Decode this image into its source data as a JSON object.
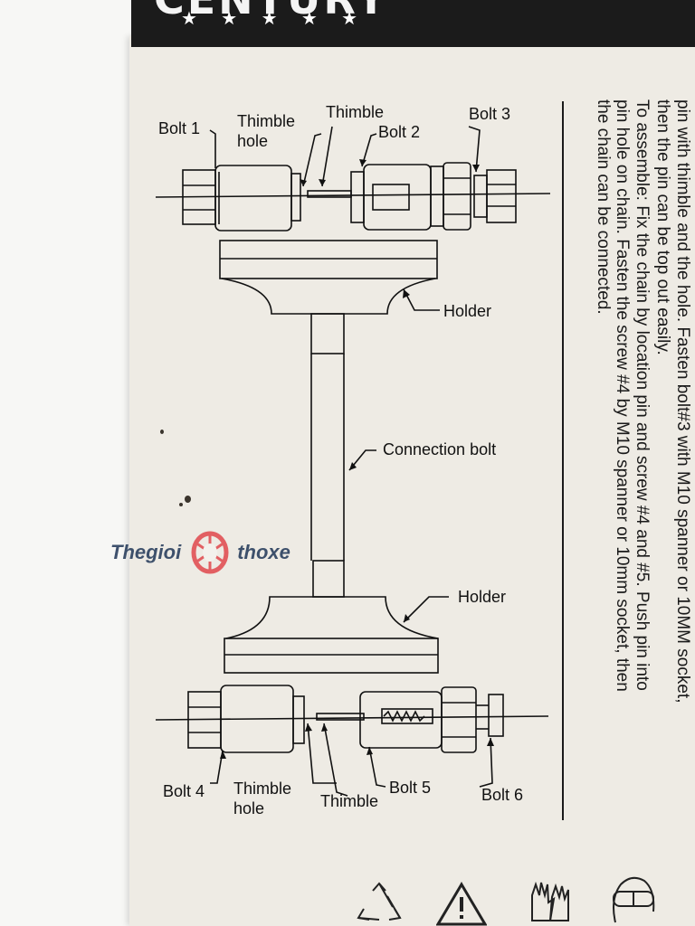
{
  "header": {
    "brand": "CENTURY",
    "stars": "★ ★ ★ ★ ★"
  },
  "diagram": {
    "labels": {
      "bolt1": "Bolt 1",
      "thimble_hole_top_1": "Thimble",
      "thimble_hole_top_2": "hole",
      "thimble_top": "Thimble",
      "bolt2": "Bolt 2",
      "bolt3": "Bolt 3",
      "holder_top": "Holder",
      "connection_bolt": "Connection bolt",
      "holder_bottom": "Holder",
      "bolt4": "Bolt 4",
      "thimble_hole_bottom_1": "Thimble",
      "thimble_hole_bottom_2": "hole",
      "thimble_bottom": "Thimble",
      "bolt5": "Bolt 5",
      "bolt6": "Bolt 6"
    }
  },
  "instructions": {
    "line1": "pin with thimble and the hole. Fasten bolt#3 with M10 spanner or 10MM socket,",
    "line2": "then the pin can be top out easily.",
    "line3": "To assemble: Fix the chain by location pin and screw #4 and #5. Push pin into",
    "line4": "pin hole on chain. Fasten the screw #4 by M10 spanner or 10mm socket, then",
    "line5": "the chain can be connected."
  },
  "watermark": {
    "part1": "Thegioi",
    "part2": "thoxe"
  },
  "footer_icons": [
    "recycle-icon",
    "warning-triangle-icon",
    "gloves-icon",
    "safety-goggles-icon"
  ]
}
